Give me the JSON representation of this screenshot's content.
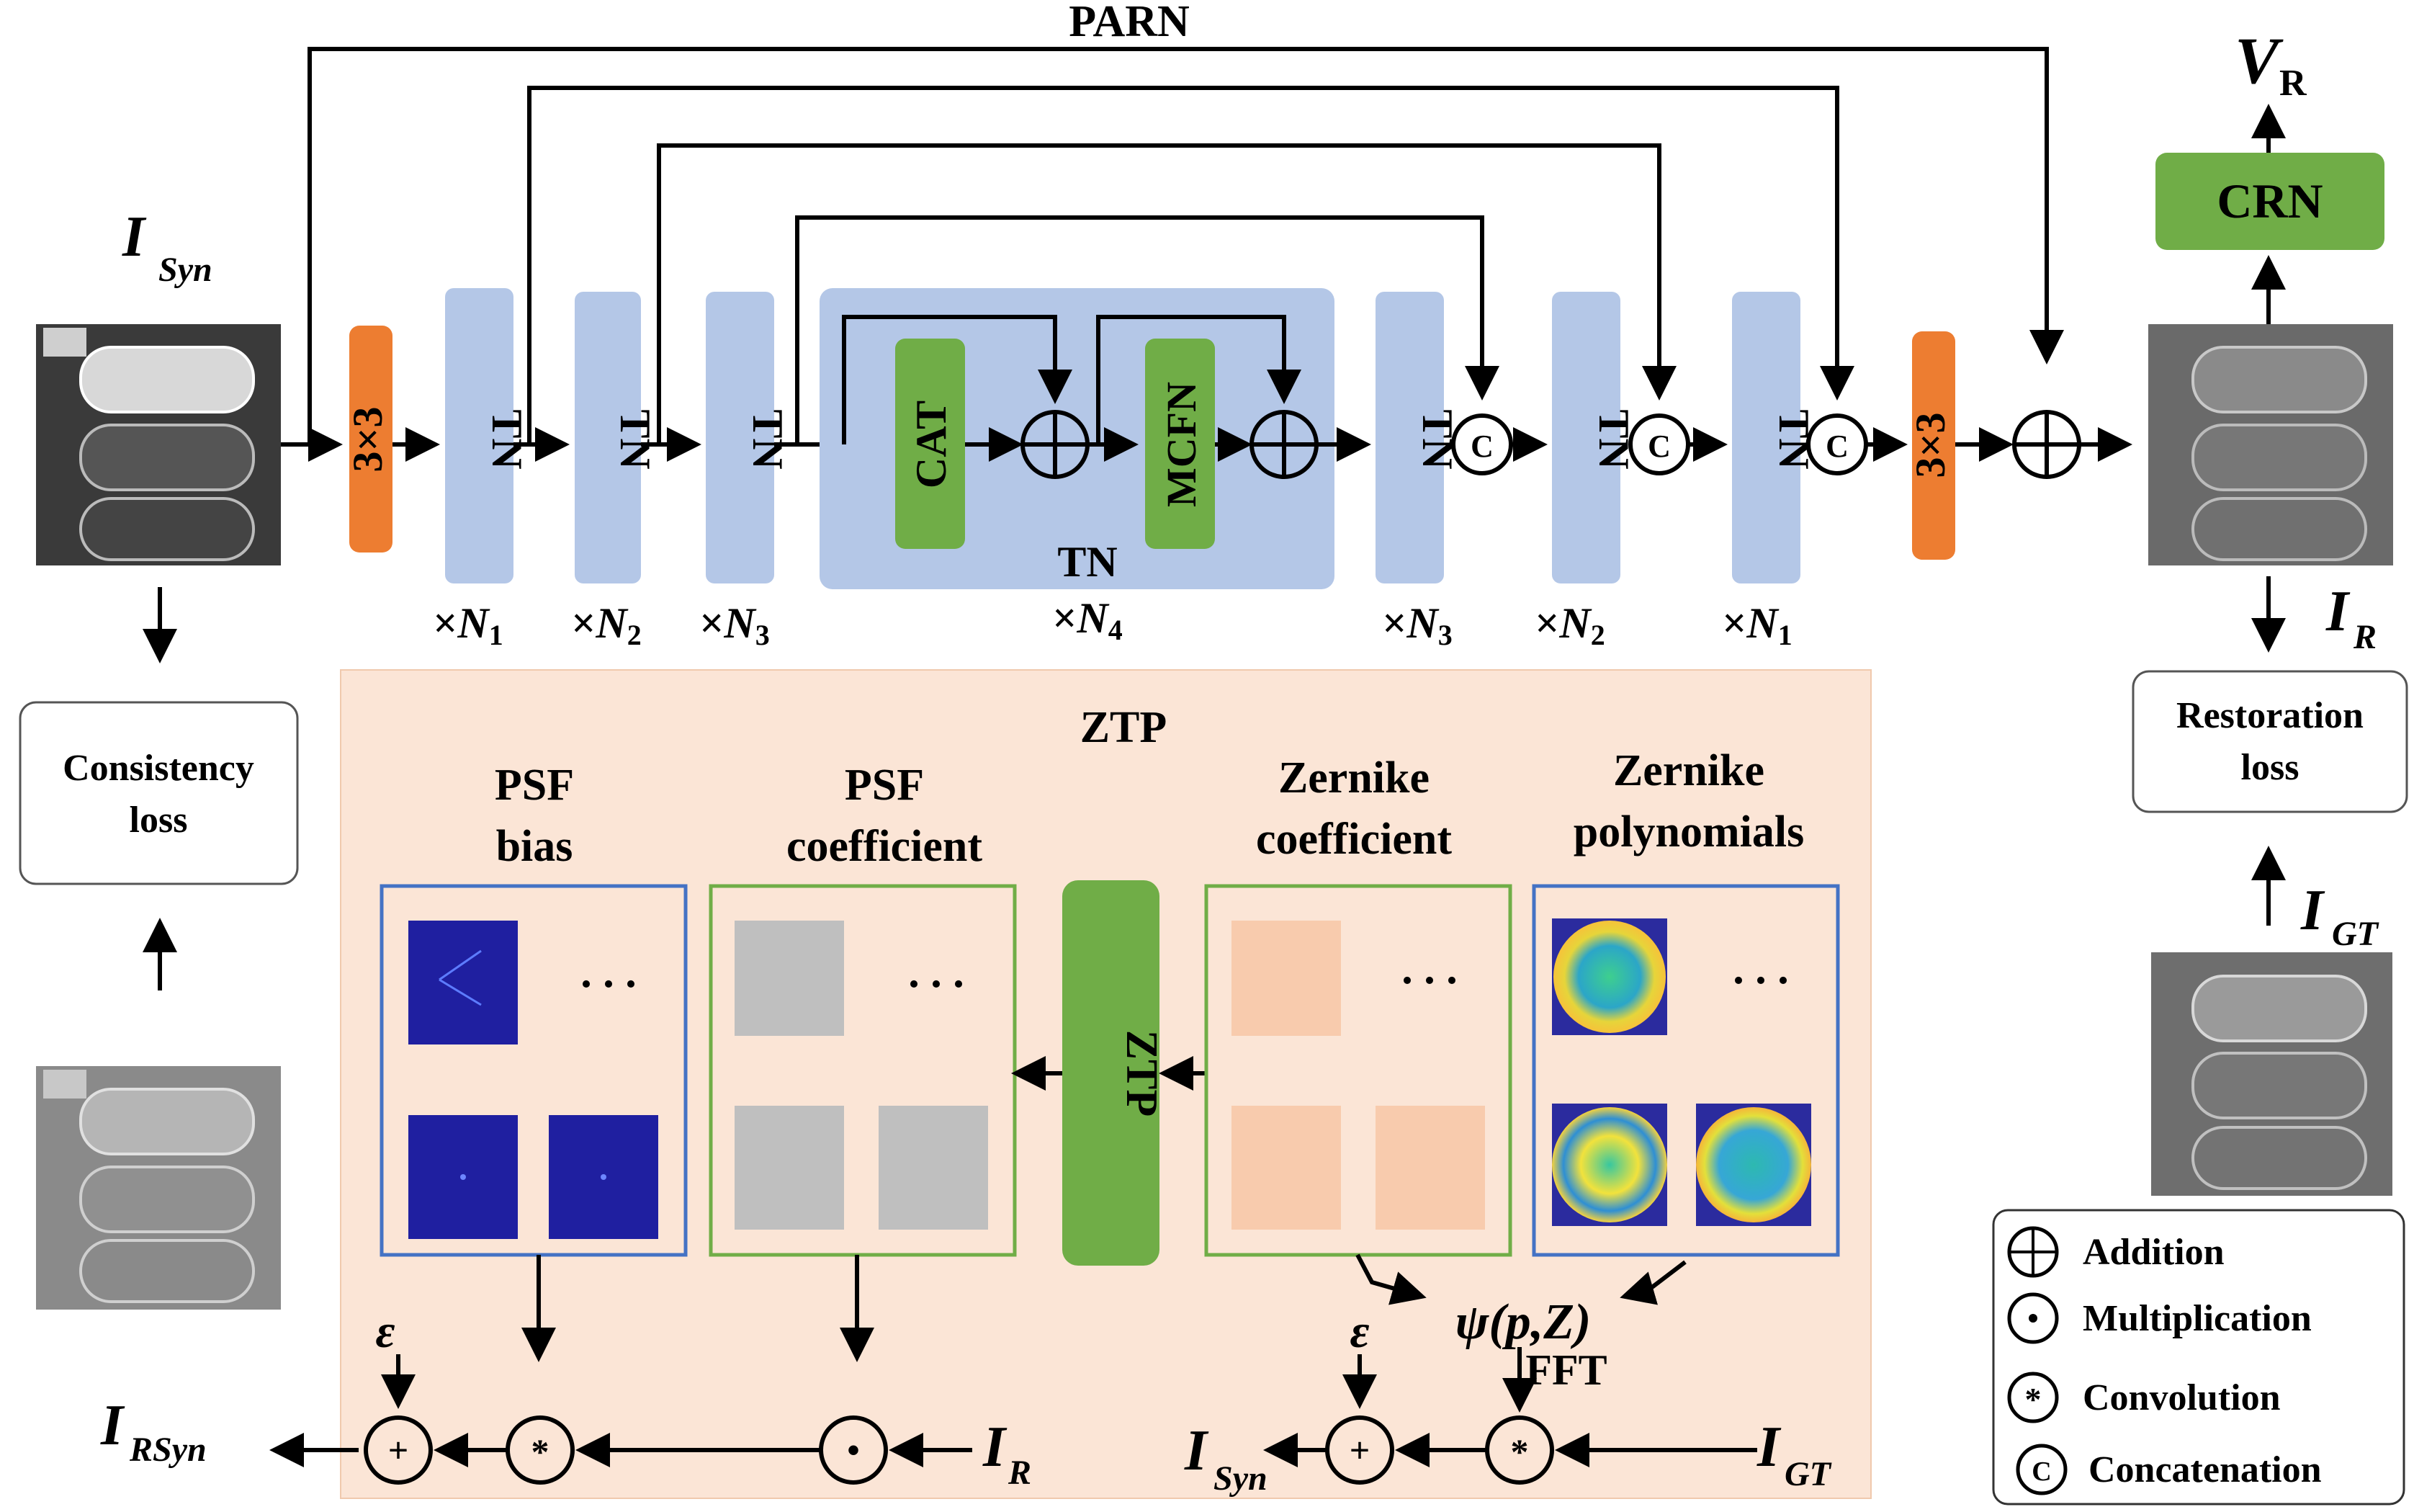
{
  "parn": "PARN",
  "conv3x3": "3×3",
  "tn": "TN",
  "tn_group": "TN",
  "cat": "CAT",
  "mcfn": "MCFN",
  "crn": "CRN",
  "concat_symbol": "C",
  "repeat_prefix": "×",
  "repeat_var": "N",
  "encoder_reps": [
    "1",
    "2",
    "3"
  ],
  "mid_rep": "4",
  "decoder_reps": [
    "3",
    "2",
    "1"
  ],
  "inputs": {
    "i_syn_main": "I",
    "i_syn_sub": "Syn",
    "v_r_main": "V",
    "v_r_sub": "R",
    "i_r_main": "I",
    "i_r_sub": "R",
    "i_gt_main": "I",
    "i_gt_sub": "GT",
    "i_rsyn_main": "I",
    "i_rsyn_sub": "RSyn"
  },
  "consistency_loss": [
    "Consistency",
    "loss"
  ],
  "restoration_loss": [
    "Restoration",
    "loss"
  ],
  "ztp": {
    "title": "ZTP",
    "block": "ZTP",
    "psf_bias": [
      "PSF",
      "bias"
    ],
    "psf_coefficient": [
      "PSF",
      "coefficient"
    ],
    "zernike_coefficient": [
      "Zernike",
      "coefficient"
    ],
    "zernike_polynomials": [
      "Zernike",
      "polynomials"
    ],
    "ellipsis": ". . .",
    "epsilon": "ε",
    "psi": "ψ(p,Z)",
    "fft": "FFT",
    "plus": "+",
    "star": "*",
    "dot": "•"
  },
  "legend": [
    {
      "symbol": "⊕",
      "label": "Addition"
    },
    {
      "symbol": "⊙",
      "label": "Multiplication"
    },
    {
      "symbol": "⊛",
      "label": "Convolution"
    },
    {
      "symbol": "C",
      "label": "Concatenation"
    }
  ],
  "colors": {
    "conv": "#ED7D31",
    "tn": "#B4C7E7",
    "green": "#70AD47",
    "ztp_bg": "#FBE5D6",
    "blue_frame": "#4472C4",
    "green_frame": "#70AD47",
    "gray_square": "#BFBFBF",
    "peach_square": "#F8CBAD",
    "psf_blue": "#1F1FA0"
  }
}
